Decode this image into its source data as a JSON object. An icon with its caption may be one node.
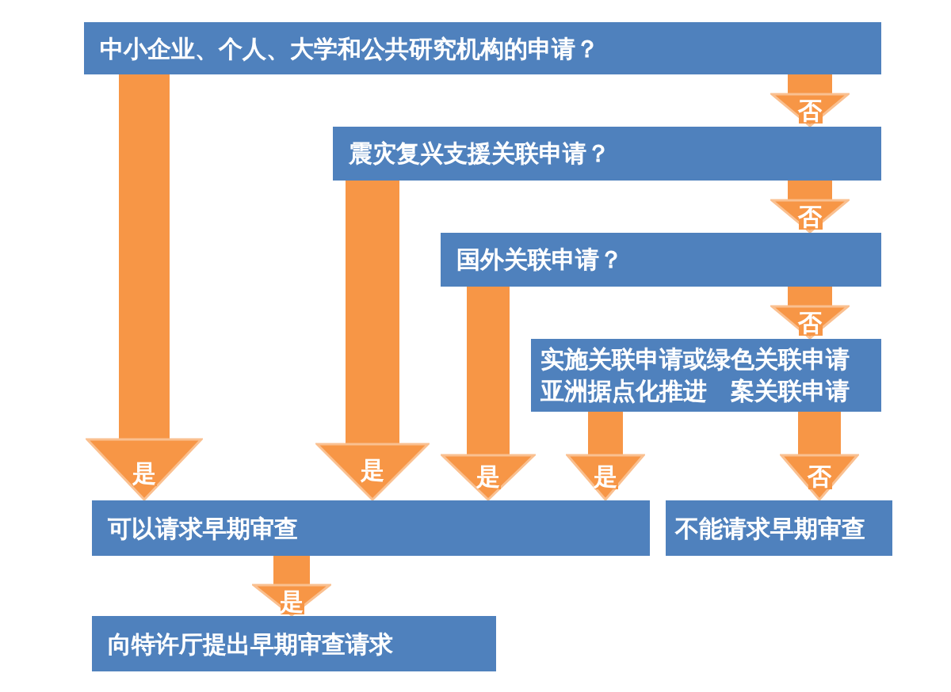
{
  "diagram": {
    "nodes": [
      {
        "text": [
          "中小企业、个人、大学和公共研究机构的申请？"
        ]
      },
      {
        "text": [
          "震灾复兴支援关联申请？"
        ]
      },
      {
        "text": [
          "国外关联申请？"
        ]
      },
      {
        "text": [
          "实施关联申请或绿色关联申请亚洲据点化推进　案关联申请"
        ]
      },
      {
        "text": [
          "可以请求早期审查"
        ]
      },
      {
        "text": [
          "不能请求早期审查"
        ]
      },
      {
        "text": [
          "向特许厅提出早期审查请求"
        ]
      }
    ],
    "edges": [
      {
        "from": 0,
        "to": 1,
        "arrow": "to",
        "label": "否"
      },
      {
        "from": 1,
        "to": 2,
        "arrow": "to",
        "label": "否"
      },
      {
        "from": 2,
        "to": 3,
        "arrow": "to",
        "label": "否"
      },
      {
        "from": 0,
        "to": 4,
        "arrow": "to",
        "label": "是"
      },
      {
        "from": 1,
        "to": 4,
        "arrow": "to",
        "label": "是"
      },
      {
        "from": 2,
        "to": 4,
        "arrow": "to",
        "label": "是"
      },
      {
        "from": 3,
        "to": 4,
        "arrow": "to",
        "label": "是"
      },
      {
        "from": 3,
        "to": 5,
        "arrow": "to",
        "label": "否"
      },
      {
        "from": 4,
        "to": 6,
        "arrow": "to",
        "label": "是"
      }
    ]
  }
}
